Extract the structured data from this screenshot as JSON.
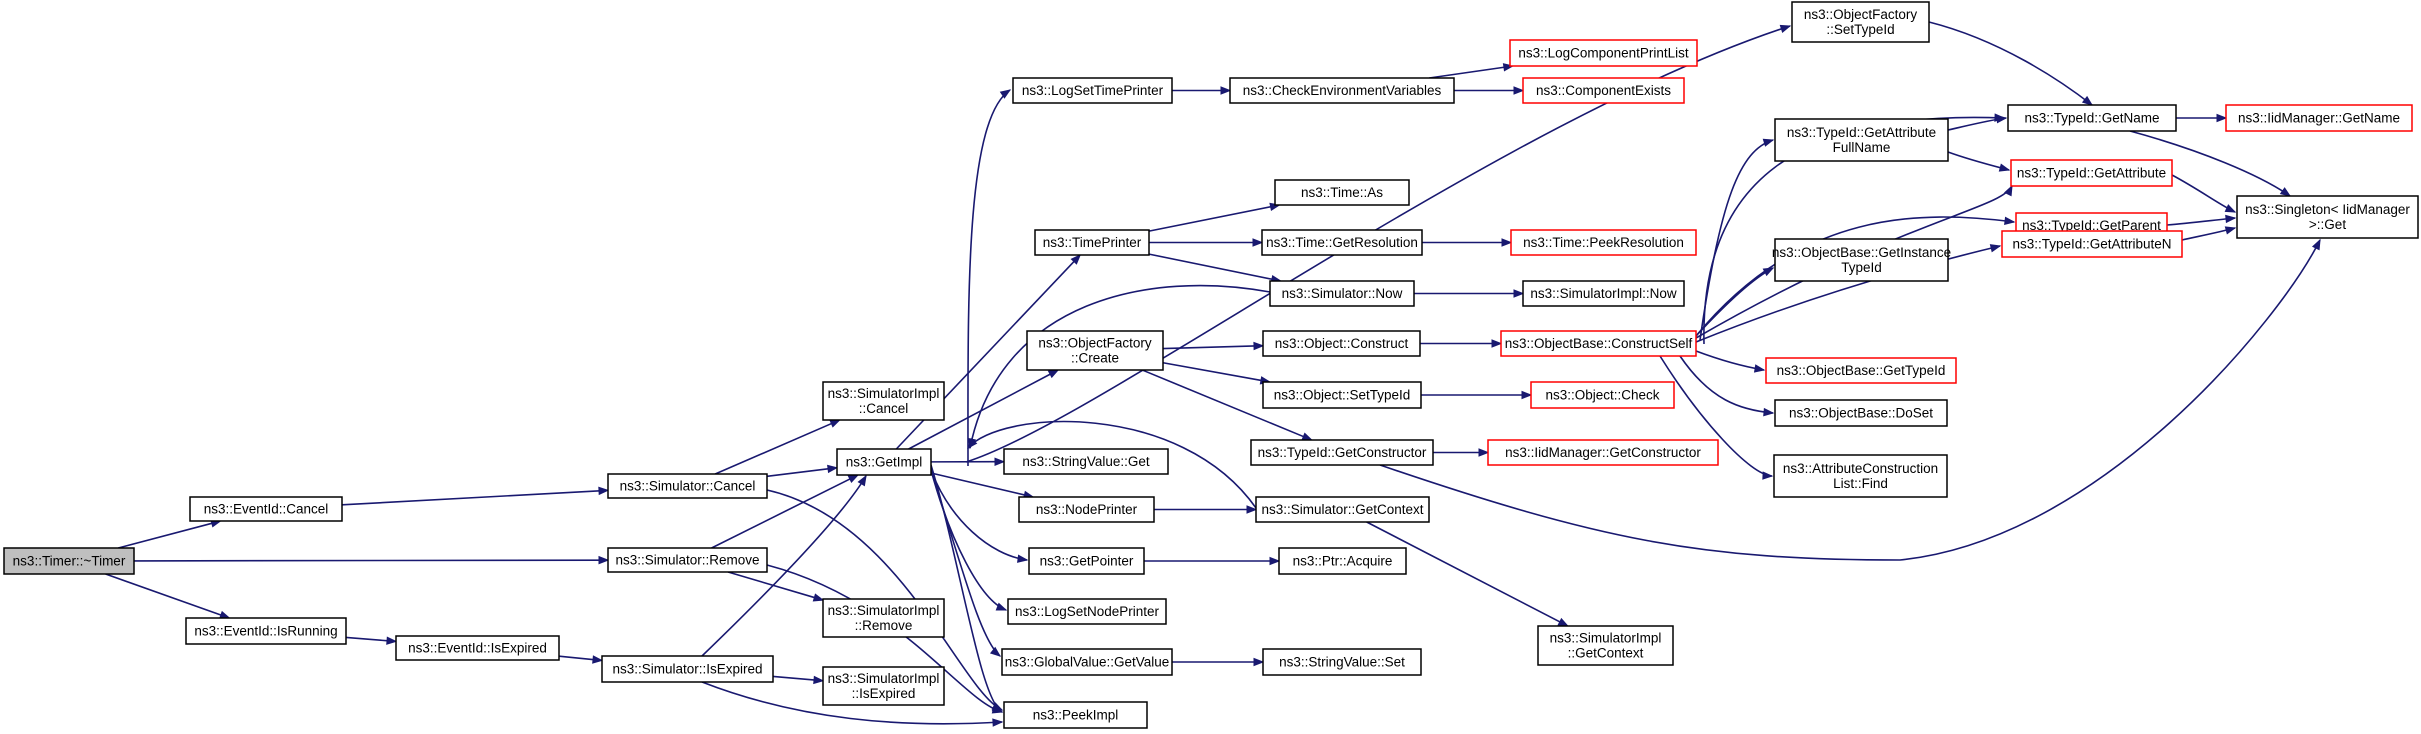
{
  "colors": {
    "edge": "#191970",
    "node_border": "#000000",
    "node_border_incomplete": "#ff0000",
    "root_fill": "#bfbfbf",
    "node_fill": "#ffffff"
  },
  "nodes": {
    "timer": [
      "ns3::Timer::~Timer"
    ],
    "ev_cancel": [
      "ns3::EventId::Cancel"
    ],
    "ev_isrunning": [
      "ns3::EventId::IsRunning"
    ],
    "ev_isexpired": [
      "ns3::EventId::IsExpired"
    ],
    "sim_cancel": [
      "ns3::Simulator::Cancel"
    ],
    "sim_remove": [
      "ns3::Simulator::Remove"
    ],
    "sim_isexpired": [
      "ns3::Simulator::IsExpired"
    ],
    "simimpl_cancel": [
      "ns3::SimulatorImpl",
      "::Cancel"
    ],
    "simimpl_remove": [
      "ns3::SimulatorImpl",
      "::Remove"
    ],
    "simimpl_isexpired": [
      "ns3::SimulatorImpl",
      "::IsExpired"
    ],
    "getimpl": [
      "ns3::GetImpl"
    ],
    "peekimpl": [
      "ns3::PeekImpl"
    ],
    "logsettimeprinter": [
      "ns3::LogSetTimePrinter"
    ],
    "timeprinter": [
      "ns3::TimePrinter"
    ],
    "objfactory_create": [
      "ns3::ObjectFactory",
      "::Create"
    ],
    "stringvalue_get": [
      "ns3::StringValue::Get"
    ],
    "nodeprinter": [
      "ns3::NodePrinter"
    ],
    "getpointer": [
      "ns3::GetPointer"
    ],
    "logsetnodeprinter": [
      "ns3::LogSetNodePrinter"
    ],
    "globalvalue_getvalue": [
      "ns3::GlobalValue::GetValue"
    ],
    "checkenv": [
      "ns3::CheckEnvironmentVariables"
    ],
    "logcompprintlist": [
      "ns3::LogComponentPrintList"
    ],
    "componentexists": [
      "ns3::ComponentExists"
    ],
    "time_as": [
      "ns3::Time::As"
    ],
    "time_getres": [
      "ns3::Time::GetResolution"
    ],
    "time_peekres": [
      "ns3::Time::PeekResolution"
    ],
    "sim_now": [
      "ns3::Simulator::Now"
    ],
    "simimpl_now": [
      "ns3::SimulatorImpl::Now"
    ],
    "object_construct": [
      "ns3::Object::Construct"
    ],
    "object_settypeid": [
      "ns3::Object::SetTypeId"
    ],
    "object_check": [
      "ns3::Object::Check"
    ],
    "typeid_getconstructor": [
      "ns3::TypeId::GetConstructor"
    ],
    "iidmanager_getconstructor": [
      "ns3::IidManager::GetConstructor"
    ],
    "sim_getcontext": [
      "ns3::Simulator::GetContext"
    ],
    "ptr_acquire": [
      "ns3::Ptr::Acquire"
    ],
    "stringvalue_set": [
      "ns3::StringValue::Set"
    ],
    "simimpl_getcontext": [
      "ns3::SimulatorImpl",
      "::GetContext"
    ],
    "objbase_constructself": [
      "ns3::ObjectBase::ConstructSelf"
    ],
    "objfactory_settypeid": [
      "ns3::ObjectFactory",
      "::SetTypeId"
    ],
    "typeid_getattrfullname": [
      "ns3::TypeId::GetAttribute",
      "FullName"
    ],
    "objbase_getinstancetypeid": [
      "ns3::ObjectBase::GetInstance",
      "TypeId"
    ],
    "objbase_gettypeid": [
      "ns3::ObjectBase::GetTypeId"
    ],
    "objbase_doset": [
      "ns3::ObjectBase::DoSet"
    ],
    "attrconstructionlist_find": [
      "ns3::AttributeConstruction",
      "List::Find"
    ],
    "typeid_getname": [
      "ns3::TypeId::GetName"
    ],
    "typeid_getattribute": [
      "ns3::TypeId::GetAttribute"
    ],
    "typeid_getparent": [
      "ns3::TypeId::GetParent"
    ],
    "typeid_getattributen": [
      "ns3::TypeId::GetAttributeN"
    ],
    "iidmanager_getname": [
      "ns3::IidManager::GetName"
    ],
    "singleton_get": [
      "ns3::Singleton< IidManager",
      " >::Get"
    ]
  },
  "edges": [
    [
      "timer",
      "ev_cancel"
    ],
    [
      "timer",
      "sim_remove"
    ],
    [
      "timer",
      "ev_isrunning"
    ],
    [
      "ev_cancel",
      "sim_cancel"
    ],
    [
      "ev_isrunning",
      "ev_isexpired"
    ],
    [
      "ev_isexpired",
      "sim_isexpired"
    ],
    [
      "sim_cancel",
      "simimpl_cancel"
    ],
    [
      "sim_cancel",
      "getimpl"
    ],
    [
      "sim_cancel",
      "peekimpl"
    ],
    [
      "sim_remove",
      "getimpl"
    ],
    [
      "sim_remove",
      "simimpl_remove"
    ],
    [
      "sim_remove",
      "peekimpl"
    ],
    [
      "sim_isexpired",
      "getimpl"
    ],
    [
      "sim_isexpired",
      "simimpl_isexpired"
    ],
    [
      "sim_isexpired",
      "peekimpl"
    ],
    [
      "getimpl",
      "logsettimeprinter"
    ],
    [
      "getimpl",
      "timeprinter"
    ],
    [
      "getimpl",
      "objfactory_create"
    ],
    [
      "getimpl",
      "stringvalue_get"
    ],
    [
      "getimpl",
      "nodeprinter"
    ],
    [
      "getimpl",
      "getpointer"
    ],
    [
      "getimpl",
      "logsetnodeprinter"
    ],
    [
      "getimpl",
      "globalvalue_getvalue"
    ],
    [
      "getimpl",
      "peekimpl"
    ],
    [
      "getimpl",
      "objfactory_settypeid"
    ],
    [
      "logsettimeprinter",
      "checkenv"
    ],
    [
      "checkenv",
      "logcompprintlist"
    ],
    [
      "checkenv",
      "componentexists"
    ],
    [
      "timeprinter",
      "time_as"
    ],
    [
      "timeprinter",
      "time_getres"
    ],
    [
      "timeprinter",
      "sim_now"
    ],
    [
      "time_getres",
      "time_peekres"
    ],
    [
      "sim_now",
      "getimpl"
    ],
    [
      "sim_now",
      "simimpl_now"
    ],
    [
      "objfactory_create",
      "object_construct"
    ],
    [
      "objfactory_create",
      "object_settypeid"
    ],
    [
      "objfactory_create",
      "typeid_getconstructor"
    ],
    [
      "object_construct",
      "objbase_constructself"
    ],
    [
      "object_settypeid",
      "object_check"
    ],
    [
      "typeid_getconstructor",
      "iidmanager_getconstructor"
    ],
    [
      "typeid_getconstructor",
      "singleton_get"
    ],
    [
      "nodeprinter",
      "sim_getcontext"
    ],
    [
      "sim_getcontext",
      "getimpl"
    ],
    [
      "sim_getcontext",
      "simimpl_getcontext"
    ],
    [
      "getpointer",
      "ptr_acquire"
    ],
    [
      "globalvalue_getvalue",
      "stringvalue_set"
    ],
    [
      "objbase_constructself",
      "typeid_getattrfullname"
    ],
    [
      "objbase_constructself",
      "objbase_getinstancetypeid"
    ],
    [
      "objbase_constructself",
      "objbase_gettypeid"
    ],
    [
      "objbase_constructself",
      "objbase_doset"
    ],
    [
      "objbase_constructself",
      "attrconstructionlist_find"
    ],
    [
      "objbase_constructself",
      "typeid_getname"
    ],
    [
      "objbase_constructself",
      "typeid_getattribute"
    ],
    [
      "objbase_constructself",
      "typeid_getparent"
    ],
    [
      "objbase_constructself",
      "typeid_getattributen"
    ],
    [
      "objfactory_settypeid",
      "typeid_getname"
    ],
    [
      "typeid_getattrfullname",
      "typeid_getname"
    ],
    [
      "typeid_getattrfullname",
      "typeid_getattribute"
    ],
    [
      "typeid_getname",
      "iidmanager_getname"
    ],
    [
      "typeid_getname",
      "singleton_get"
    ],
    [
      "typeid_getattribute",
      "singleton_get"
    ],
    [
      "typeid_getparent",
      "singleton_get"
    ],
    [
      "typeid_getattributen",
      "singleton_get"
    ]
  ]
}
